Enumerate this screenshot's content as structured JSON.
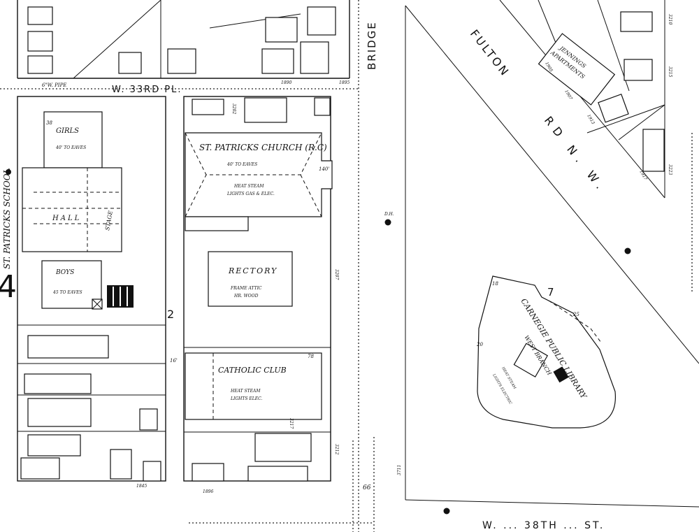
{
  "map": {
    "sheet_number": "4",
    "streets": {
      "w33rd": "W. 33RD PL.",
      "bridge": "BRIDGE",
      "fulton_1": "FULTON",
      "fulton_2": "RD N. W.",
      "bottom_street": "W. ... 38TH ... ST."
    },
    "blocks": {
      "left_block": "2",
      "library_block": "7"
    },
    "buildings": {
      "school": "ST. PATRICKS SCHOOL",
      "girls": "GIRLS",
      "hall": "HALL",
      "boys": "BOYS",
      "stage": "STAGE",
      "church": "ST. PATRICKS CHURCH (R.C)",
      "church_eaves": "40' TO EAVES",
      "church_heat": "HEAT STEAM",
      "church_lights": "LIGHTS GAS & ELEC.",
      "rectory": "RECTORY",
      "rectory_note1": "FRAME ATTIC",
      "rectory_note2": "HR. WOOD",
      "club": "CATHOLIC CLUB",
      "club_heat": "HEAT STEAM",
      "club_lights": "LIGHTS ELEC.",
      "jennings_1": "JENNINGS",
      "jennings_2": "APARTMENTS",
      "library_1": "CARNEGIE PUBLIC LIBRARY",
      "library_2": "WEST BRANCH",
      "library_heat": "HEAT STEAM",
      "library_lights": "LIGHTS ELECTRIC",
      "girls_eaves": "40' TO EAVES",
      "boys_eaves": "45 TO EAVES"
    },
    "hydrant_label": "D.H.",
    "pipe_label": "6\"W. PIPE",
    "addresses": [
      "1890",
      "1895",
      "1896",
      "1845",
      "1905",
      "1907",
      "1913",
      "1917",
      "3202",
      "3207",
      "3210",
      "3215",
      "3223",
      "3217",
      "3212",
      "3711"
    ],
    "misc_numbers": [
      "66",
      "16'",
      "140'",
      "78",
      "18",
      "38",
      "20",
      "25"
    ]
  }
}
